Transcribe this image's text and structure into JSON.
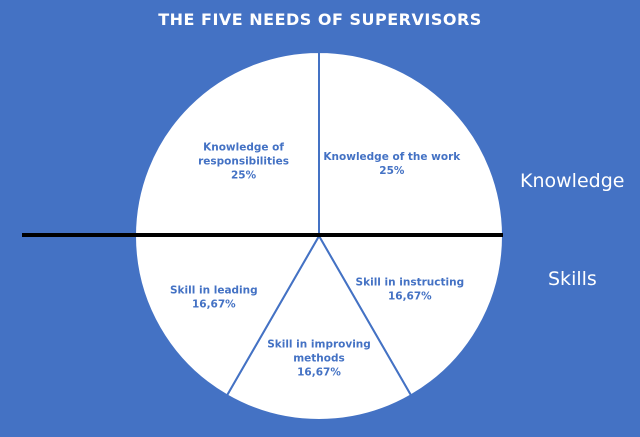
{
  "chart_data": {
    "type": "pie",
    "title": "THE FIVE NEEDS OF SUPERVISORS",
    "slices": [
      {
        "label": "Knowledge of the work",
        "value": 25,
        "value_label": "25%"
      },
      {
        "label": "Skill in instructing",
        "value": 16.67,
        "value_label": "16,67%"
      },
      {
        "label": "Skill in improving methods",
        "value": 16.67,
        "value_label": "16,67%"
      },
      {
        "label": "Skill in leading",
        "value": 16.67,
        "value_label": "16,67%"
      },
      {
        "label": "Knowledge of responsibilities",
        "value": 25,
        "value_label": "25%"
      }
    ],
    "annotations": [
      "Knowledge",
      "Skills"
    ],
    "colors": {
      "background": "#4472C4",
      "slice": "#FFFFFF",
      "divider": "#000000"
    }
  }
}
